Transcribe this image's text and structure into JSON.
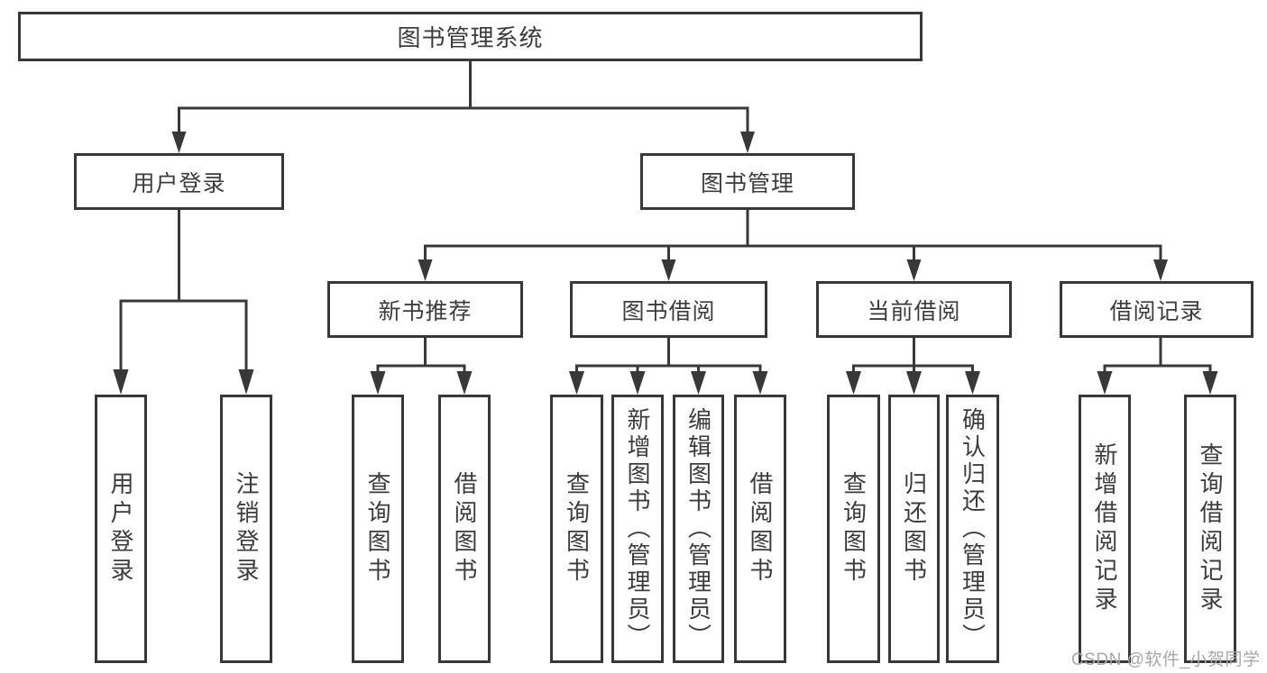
{
  "diagram": {
    "root": {
      "label": "图书管理系统"
    },
    "level2": [
      {
        "label": "用户登录"
      },
      {
        "label": "图书管理"
      }
    ],
    "level3": [
      {
        "label": "新书推荐"
      },
      {
        "label": "图书借阅"
      },
      {
        "label": "当前借阅"
      },
      {
        "label": "借阅记录"
      }
    ],
    "leaves": {
      "user_login": [
        "用户登录",
        "注销登录"
      ],
      "new_book": [
        "查询图书",
        "借阅图书"
      ],
      "book_borrow": [
        "查询图书",
        "新增图书（管理员）",
        "编辑图书（管理员）",
        "借阅图书"
      ],
      "current_borrow": [
        "查询图书",
        "归还图书",
        "确认归还（管理员）"
      ],
      "borrow_record": [
        "新增借阅记录",
        "查询借阅记录"
      ]
    }
  },
  "watermark": {
    "text": "CSDN @软件_小贺同学"
  },
  "colors": {
    "line": "#383838",
    "text": "#3c3c3c",
    "watermark": "#a6a6a6",
    "background": "#ffffff"
  }
}
